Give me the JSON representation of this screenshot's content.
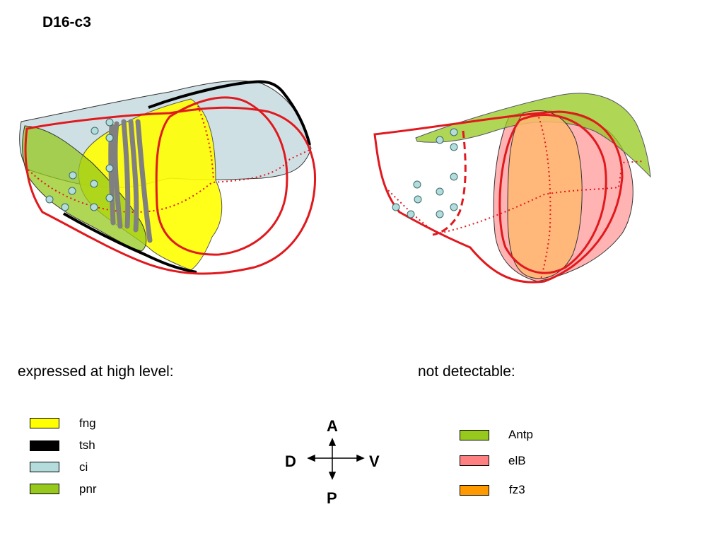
{
  "title": "D16-c3",
  "headings": {
    "high": "expressed at high level:",
    "not_detectable": "not detectable:"
  },
  "legend_high": [
    {
      "label": "fng",
      "color": "#ffff00"
    },
    {
      "label": "tsh",
      "color": "#000000"
    },
    {
      "label": "ci",
      "color": "#b4dcdc"
    },
    {
      "label": "pnr",
      "color": "#96c81e"
    }
  ],
  "legend_not_detectable": [
    {
      "label": "Antp",
      "color": "#96c81e"
    },
    {
      "label": "elB",
      "color": "#ff8080"
    },
    {
      "label": "fz3",
      "color": "#ff9900"
    }
  ],
  "axes": {
    "anterior": "A",
    "posterior": "P",
    "dorsal": "D",
    "ventral": "V"
  },
  "colors": {
    "outline_red": "#e0191e",
    "fng": "#ffff00",
    "ci": "#cfe0e4",
    "pnr": "#96c81e",
    "elB": "#ff9a9a",
    "fz3": "#ffb870",
    "gray_stripe": "#808080",
    "spot": "#b4dcdc"
  }
}
